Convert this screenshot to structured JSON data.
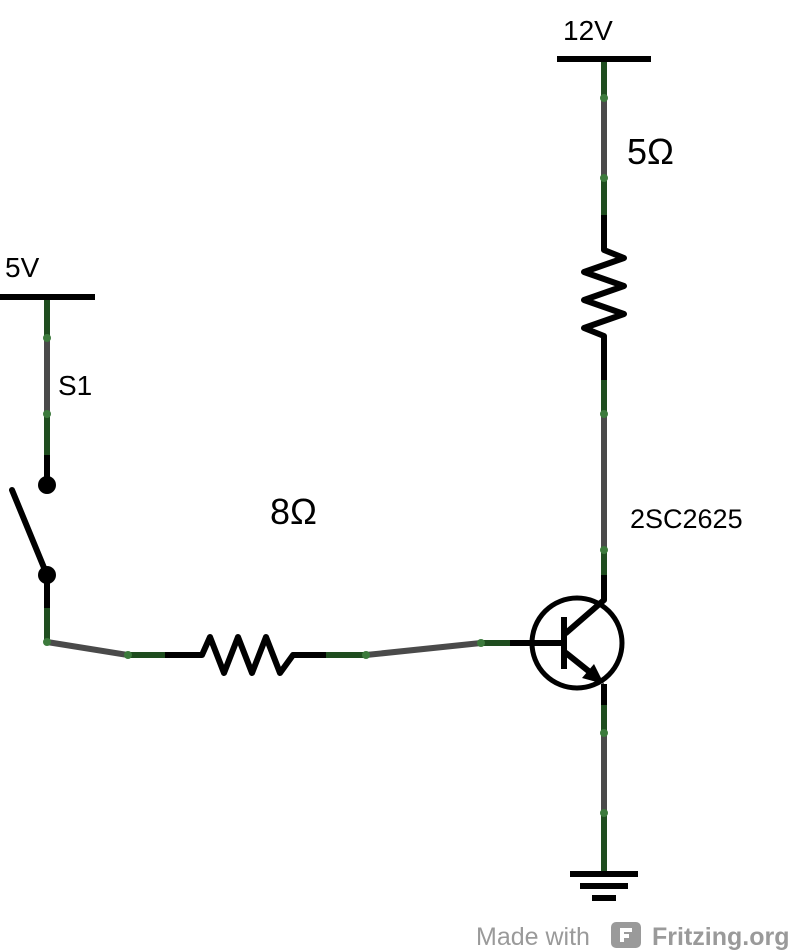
{
  "supplies": {
    "vcc_high": "12V",
    "vcc_low": "5V"
  },
  "components": {
    "collector_resistor": "5Ω",
    "base_resistor": "8Ω",
    "switch": "S1",
    "transistor": "2SC2625"
  },
  "watermark": {
    "prefix": "Made with",
    "brand": "Fritzing.org"
  },
  "colors": {
    "wire": "#4a4a4a",
    "wire_end": "#1f4d1f",
    "connector": "#3c7a3c",
    "symbol": "#000000",
    "watermark": "#9a9a9a"
  }
}
